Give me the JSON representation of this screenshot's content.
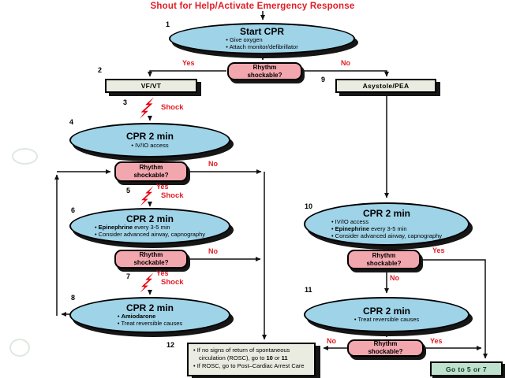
{
  "title": "Shout for Help/Activate Emergency Response",
  "decision": {
    "line1": "Rhythm",
    "line2": "shockable?"
  },
  "branch_labels": {
    "yes": "Yes",
    "no": "No"
  },
  "shock_label": "Shock",
  "colors": {
    "title_red": "#e11d26",
    "ellipse_blue": "#9ed3e8",
    "decision_pink": "#f2a6ae",
    "box_gray": "#ebece1",
    "goto_green": "#bfe2cf",
    "bolt_red": "#e60012"
  },
  "nodes": {
    "n1": {
      "num": "1",
      "title": "Start CPR",
      "bullets": [
        {
          "text": "Give oxygen"
        },
        {
          "text": "Attach monitor/defibrillator"
        }
      ]
    },
    "n2": {
      "num": "2",
      "label": "VF/VT"
    },
    "n3": {
      "num": "3"
    },
    "n4": {
      "num": "4",
      "title": "CPR 2 min",
      "bullets": [
        {
          "text": "IV/IO access"
        }
      ]
    },
    "n5": {
      "num": "5"
    },
    "n6": {
      "num": "6",
      "title": "CPR 2 min",
      "bullets": [
        {
          "bold": "Epinephrine",
          "text": " every 3-5 min"
        },
        {
          "text": "Consider advanced airway, capnography"
        }
      ]
    },
    "n7": {
      "num": "7"
    },
    "n8": {
      "num": "8",
      "title": "CPR 2 min",
      "bullets": [
        {
          "bold": "Amiodarone"
        },
        {
          "text": "Treat reversible causes"
        }
      ]
    },
    "n9": {
      "num": "9",
      "label": "Asystole/PEA"
    },
    "n10": {
      "num": "10",
      "title": "CPR 2 min",
      "bullets": [
        {
          "text": "IV/IO access"
        },
        {
          "bold": "Epinephrine",
          "text": " every 3-5 min"
        },
        {
          "text": "Consider advanced airway, capnography"
        }
      ]
    },
    "n11": {
      "num": "11",
      "title": "CPR 2 min",
      "bullets": [
        {
          "text": "Treat reversible causes"
        }
      ]
    },
    "n12": {
      "num": "12",
      "bullet1": {
        "s1": "If no signs of return of spontaneous circulation (ROSC), go to ",
        "b1": "10",
        "s2": " or ",
        "b2": "11"
      },
      "bullet2": "If ROSC, go to Post–Cardiac Arrest Care"
    },
    "goto": {
      "label": "Go to 5 or 7"
    }
  }
}
